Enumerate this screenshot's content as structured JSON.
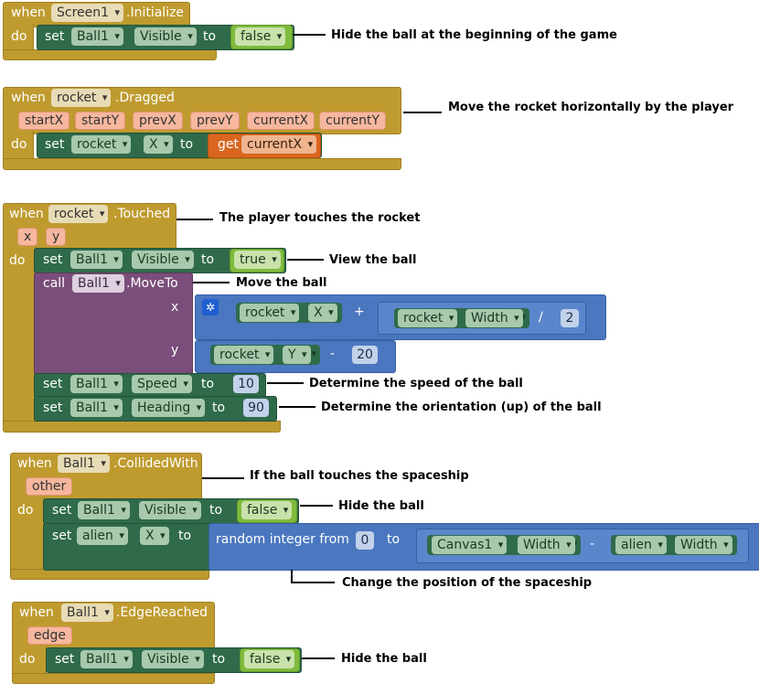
{
  "blocks": {
    "init": {
      "when": "when",
      "component": "Screen1",
      "event": ".Initialize",
      "do": "do",
      "set": "set",
      "target": "Ball1",
      "property": "Visible",
      "to": "to",
      "value": "false"
    },
    "dragged": {
      "when": "when",
      "component": "rocket",
      "event": ".Dragged",
      "params": [
        "startX",
        "startY",
        "prevX",
        "prevY",
        "currentX",
        "currentY"
      ],
      "do": "do",
      "set": "set",
      "target": "rocket",
      "property": "X",
      "to": "to",
      "get": "get",
      "get_var": "currentX"
    },
    "touched": {
      "when": "when",
      "component": "rocket",
      "event": ".Touched",
      "params": [
        "x",
        "y"
      ],
      "do": "do",
      "set1": {
        "set": "set",
        "target": "Ball1",
        "property": "Visible",
        "to": "to",
        "value": "true"
      },
      "call": {
        "call": "call",
        "target": "Ball1",
        "method": ".MoveTo",
        "x_label": "x",
        "y_label": "y",
        "x_a_comp": "rocket",
        "x_a_prop": "X",
        "plus": "+",
        "x_b_comp": "rocket",
        "x_b_prop": "Width",
        "div": "/",
        "x_b_num": "2",
        "y_comp": "rocket",
        "y_prop": "Y",
        "minus": "-",
        "y_num": "20"
      },
      "set2": {
        "set": "set",
        "target": "Ball1",
        "property": "Speed",
        "to": "to",
        "value": "10"
      },
      "set3": {
        "set": "set",
        "target": "Ball1",
        "property": "Heading",
        "to": "to",
        "value": "90"
      }
    },
    "collided": {
      "when": "when",
      "component": "Ball1",
      "event": ".CollidedWith",
      "param": "other",
      "do": "do",
      "set1": {
        "set": "set",
        "target": "Ball1",
        "property": "Visible",
        "to": "to",
        "value": "false"
      },
      "set2": {
        "set": "set",
        "target": "alien",
        "property": "X",
        "to": "to",
        "random": "random integer from",
        "from": "0",
        "to2": "to",
        "a_comp": "Canvas1",
        "a_prop": "Width",
        "minus": "-",
        "b_comp": "alien",
        "b_prop": "Width"
      }
    },
    "edge": {
      "when": "when",
      "component": "Ball1",
      "event": ".EdgeReached",
      "param": "edge",
      "do": "do",
      "set": "set",
      "target": "Ball1",
      "property": "Visible",
      "to": "to",
      "value": "false"
    }
  },
  "annotations": {
    "init": "Hide the ball at the beginning of the game",
    "dragged": "Move the rocket horizontally by the player",
    "touched": "The player touches the rocket",
    "view": "View the ball",
    "move": "Move the ball",
    "speed": "Determine the speed of the ball",
    "heading": "Determine the orientation (up) of the ball",
    "collided": "If the ball touches the spaceship",
    "hide1": "Hide the ball",
    "change": "Change the position of the spaceship",
    "hide2": "Hide the ball"
  }
}
